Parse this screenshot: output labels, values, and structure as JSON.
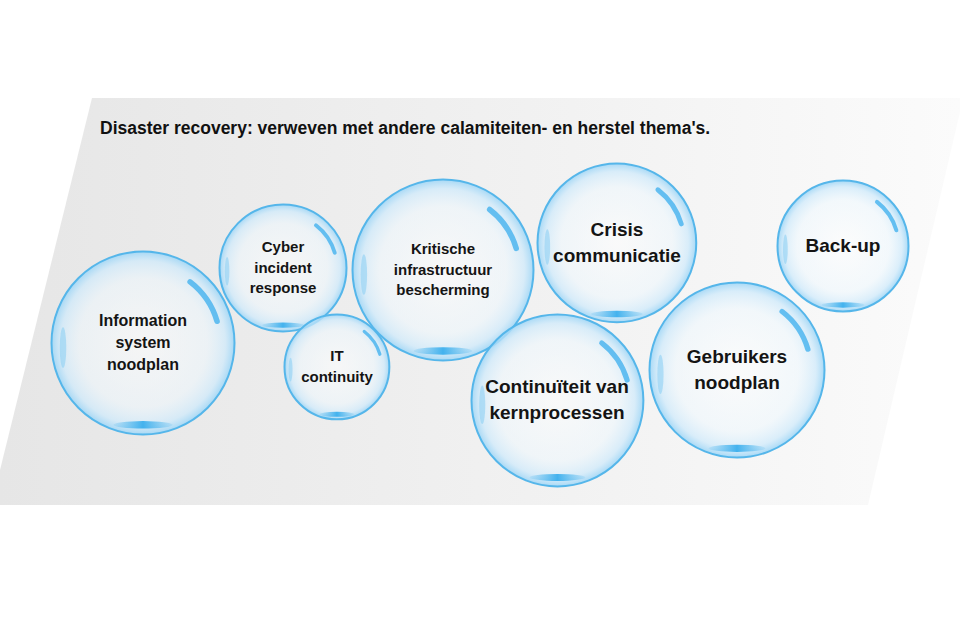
{
  "diagram": {
    "title": "Disaster recovery: verweven met andere calamiteiten- en herstel thema's.",
    "nodes": [
      {
        "text": [
          "Information system noodplan"
        ]
      },
      {
        "text": [
          "Cyber incident response"
        ]
      },
      {
        "text": [
          "IT continuity"
        ]
      },
      {
        "text": [
          "Kritische infrastructuur bescherming"
        ]
      },
      {
        "text": [
          "Continuïteit van kernprocessen"
        ]
      },
      {
        "text": [
          "Crisis communicatie"
        ]
      },
      {
        "text": [
          "Gebruikers noodplan"
        ]
      },
      {
        "text": [
          "Back-up"
        ]
      }
    ]
  }
}
